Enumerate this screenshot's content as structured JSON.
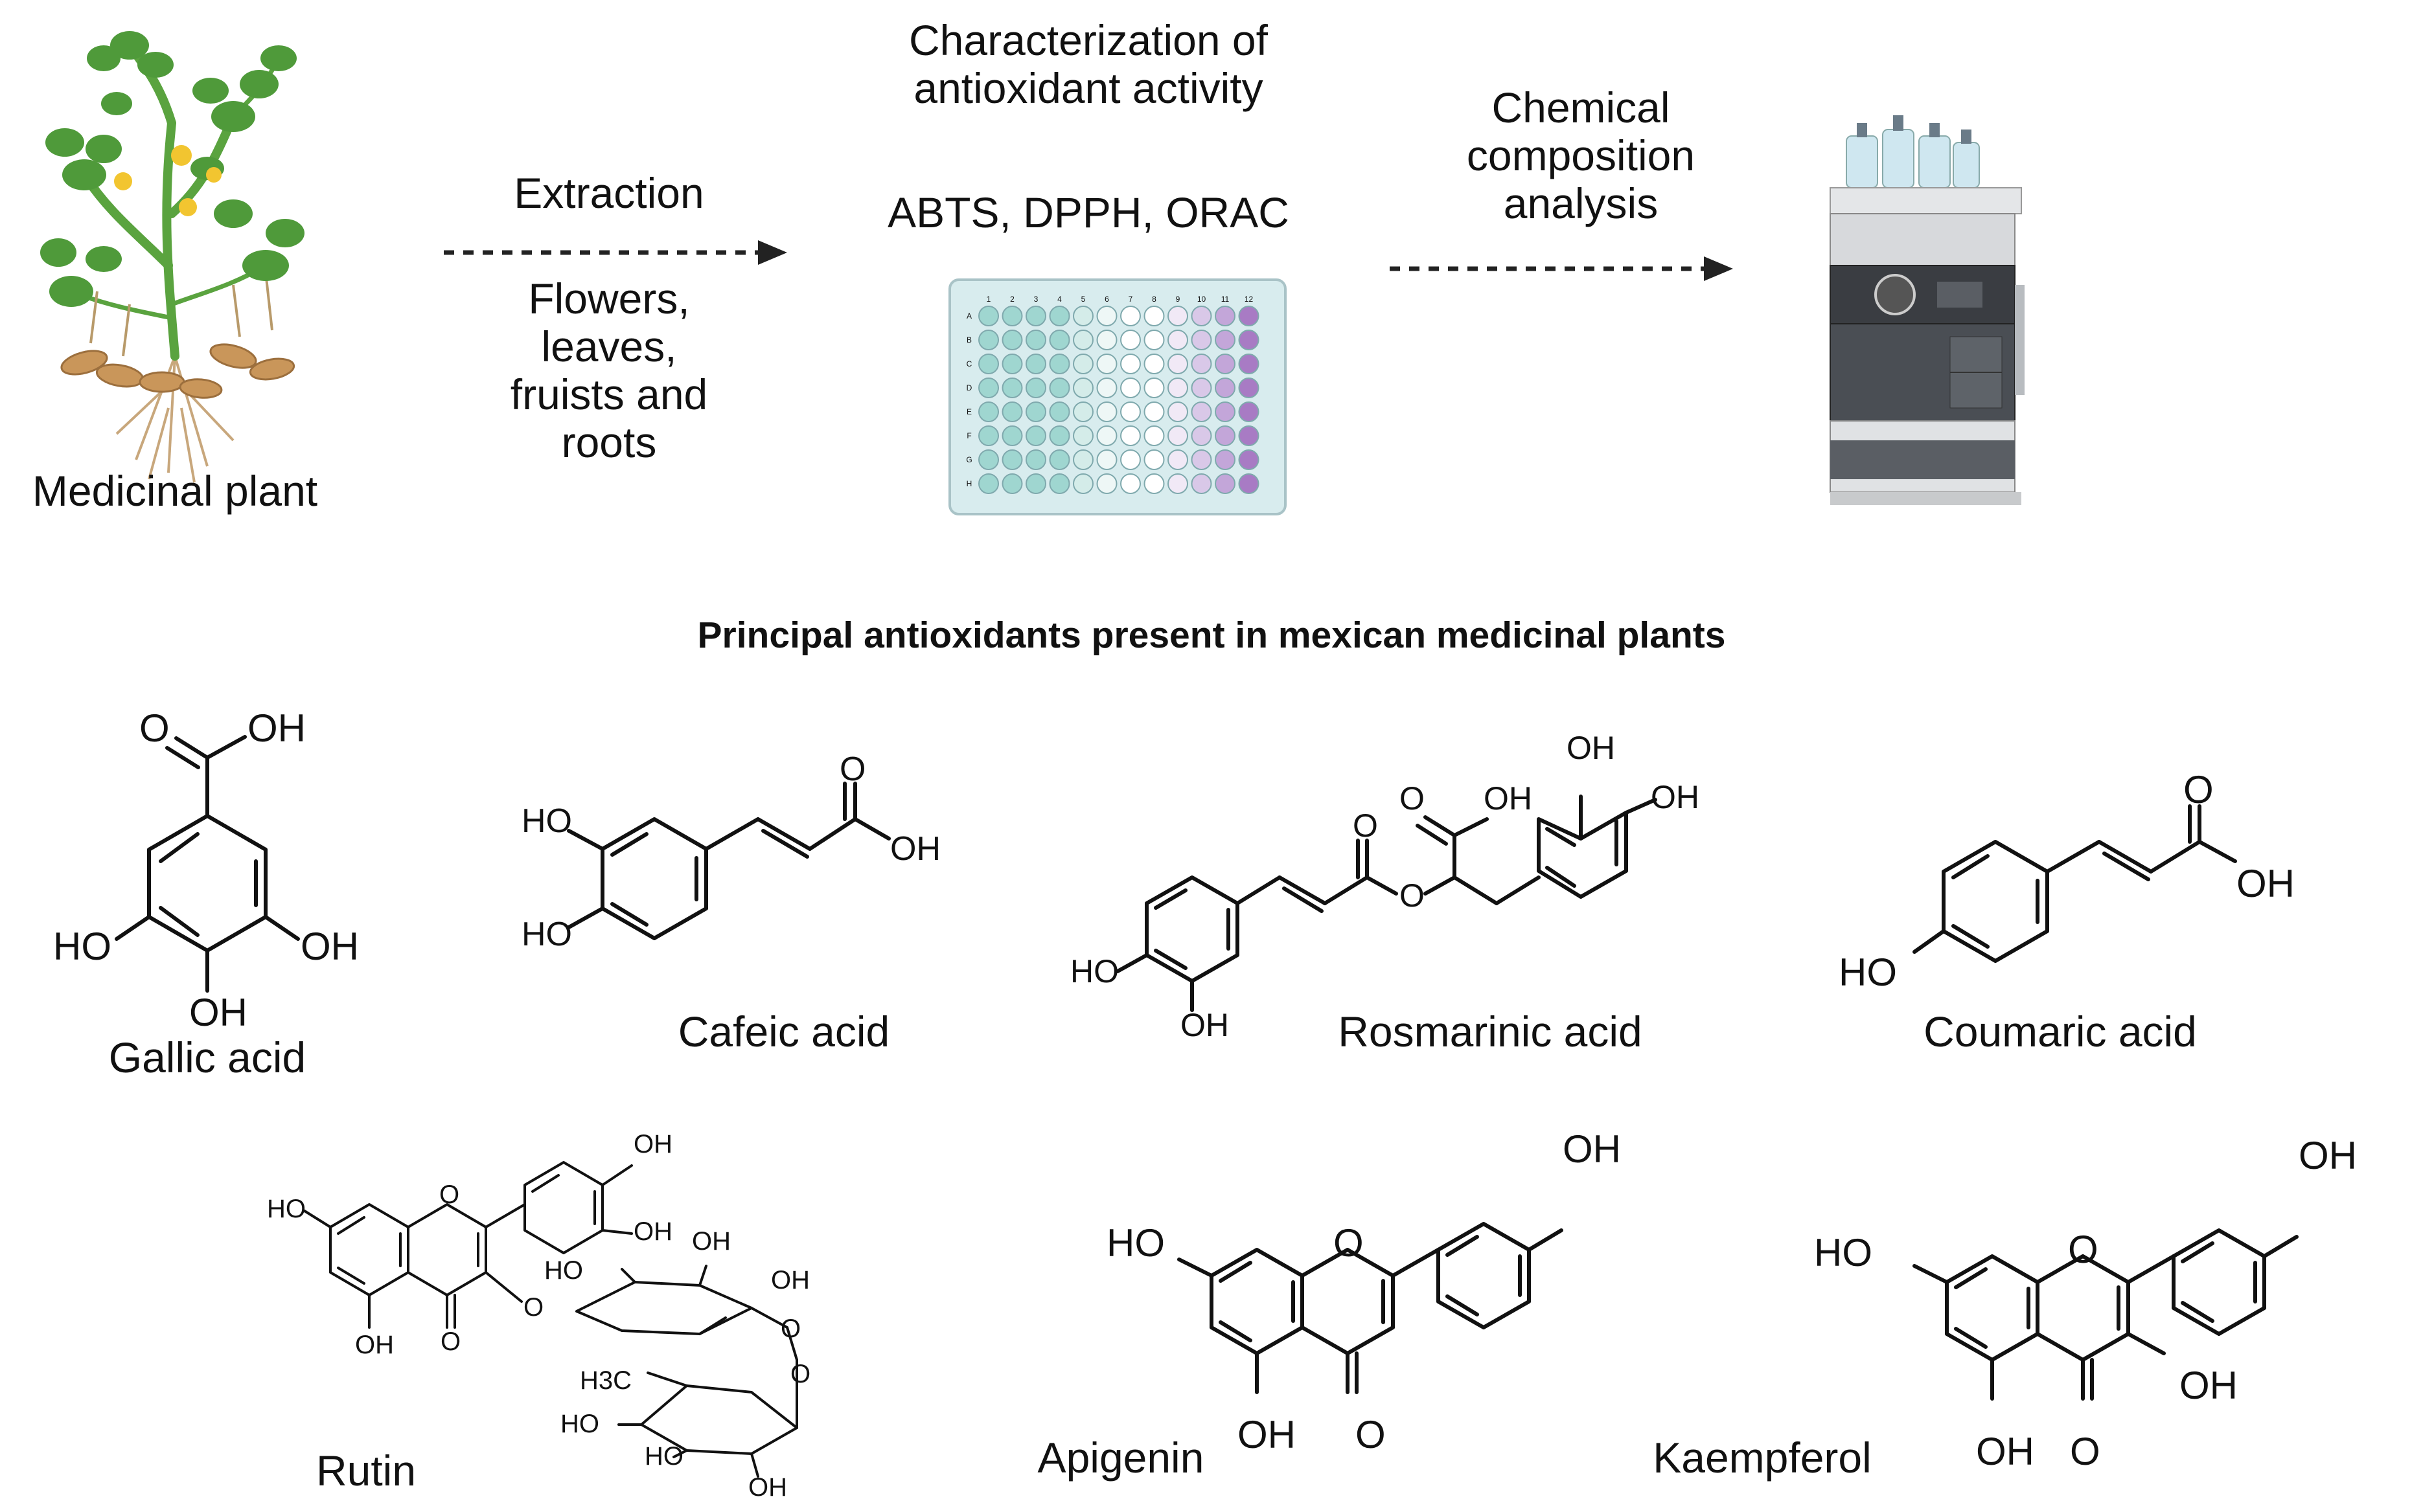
{
  "workflow": {
    "plant_label": "Medicinal plant",
    "extraction_label": "Extraction",
    "parts_lines": [
      "Flowers,",
      "leaves,",
      "fruists and",
      "roots"
    ],
    "characterization_lines": [
      "Characterization of",
      "antioxidant activity"
    ],
    "assays_label": "ABTS, DPPH, ORAC",
    "composition_lines": [
      "Chemical",
      "composition",
      "analysis"
    ],
    "plate_col_labels": [
      "1",
      "2",
      "3",
      "4",
      "5",
      "6",
      "7",
      "8",
      "9",
      "10",
      "11",
      "12"
    ],
    "plate_row_labels": [
      "A",
      "B",
      "C",
      "D",
      "E",
      "F",
      "G",
      "H"
    ]
  },
  "section_title": "Principal antioxidants present in mexican medicinal plants",
  "compounds": {
    "gallic": {
      "name": "Gallic acid",
      "groups": [
        "O",
        "OH",
        "HO",
        "OH",
        "OH"
      ]
    },
    "cafeic": {
      "name": "Cafeic acid",
      "groups": [
        "HO",
        "HO",
        "O",
        "OH"
      ]
    },
    "rosmarinic": {
      "name": "Rosmarinic acid",
      "groups": [
        "HO",
        "OH",
        "O",
        "O",
        "O",
        "OH",
        "OH",
        "OH"
      ]
    },
    "coumaric": {
      "name": "Coumaric acid",
      "groups": [
        "HO",
        "O",
        "OH"
      ]
    },
    "rutin": {
      "name": "Rutin",
      "groups": [
        "HO",
        "O",
        "OH",
        "OH",
        "OH",
        "O",
        "O",
        "HO",
        "OH",
        "OH",
        "H3C",
        "HO",
        "HO",
        "OH",
        "O",
        "O"
      ]
    },
    "apigenin": {
      "name": "Apigenin",
      "groups": [
        "HO",
        "O",
        "OH",
        "OH",
        "O"
      ]
    },
    "kaempferol": {
      "name": "Kaempferol",
      "groups": [
        "HO",
        "O",
        "OH",
        "OH",
        "OH",
        "O"
      ]
    }
  },
  "colors": {
    "teal": "#9fd6d0",
    "purple": "#a87bc4",
    "lavender": "#d9c8e8",
    "plate": "#d8ecee",
    "leaf": "#4f9a3a",
    "flower": "#f2c530",
    "peanut": "#c9965a"
  }
}
